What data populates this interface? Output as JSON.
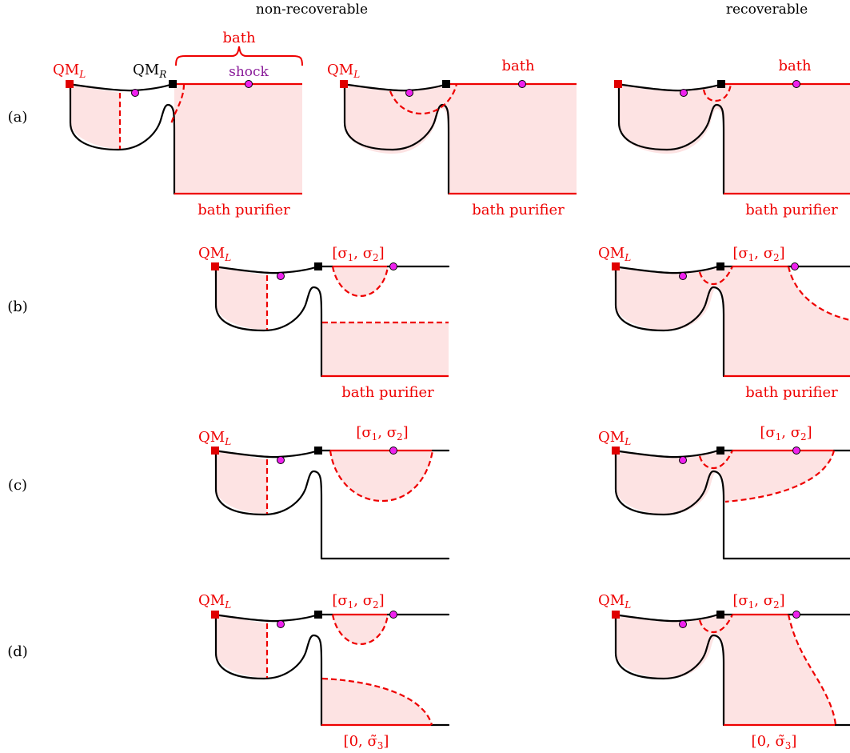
{
  "columns": {
    "left": "non-recoverable",
    "right": "recoverable"
  },
  "rows": {
    "a": "(a)",
    "b": "(b)",
    "c": "(c)",
    "d": "(d)"
  },
  "labels": {
    "qm_l_main": "QM",
    "qm_l_sub": "L",
    "qm_r_main": "QM",
    "qm_r_sub": "R",
    "bath": "bath",
    "shock": "shock",
    "bath_purifier": "bath purifier",
    "sigma12_open": "[σ",
    "sigma12_s1": "1",
    "sigma12_mid": ", σ",
    "sigma12_s2": "2",
    "sigma12_close": "]",
    "sigma3_open": "[0, σ̃",
    "sigma3_sub": "3",
    "sigma3_close": "]"
  },
  "colors": {
    "red": "#ee0000",
    "region": "#fde3e3",
    "dot": "#ee22ee",
    "purple": "#8a1d9a"
  }
}
